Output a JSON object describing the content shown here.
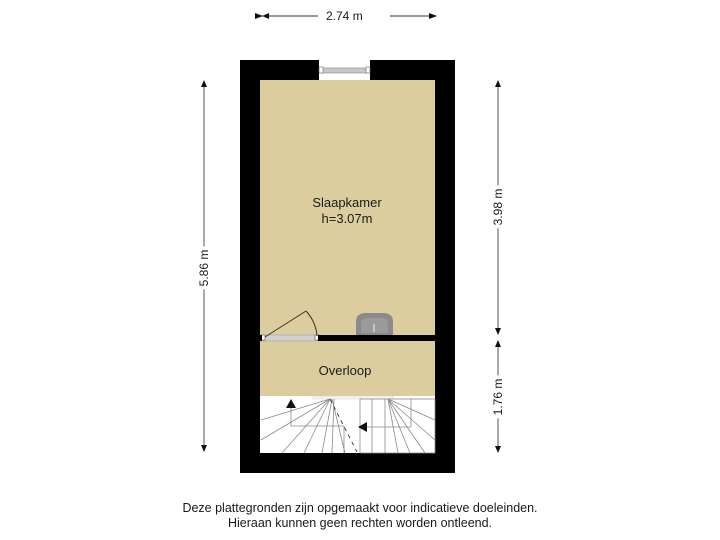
{
  "floorplan": {
    "colors": {
      "wall": "#000000",
      "floor": "#dccd9e",
      "stairs": "#ffffff",
      "dimension_line": "#555555",
      "sink": "#8a8a8a",
      "window": "#c8c8c8"
    },
    "dimensions": {
      "top_width": "2.74 m",
      "left_total_height": "5.86 m",
      "right_upper_height": "3.98 m",
      "right_lower_height": "1.76 m"
    },
    "rooms": [
      {
        "name": "Slaapkamer",
        "height": "h=3.07m"
      },
      {
        "name": "Overloop"
      }
    ],
    "fixtures": {
      "sink": "sink-icon",
      "door": "door-swing-icon",
      "window": "window-icon",
      "stairs": "staircase-icon"
    }
  },
  "disclaimer": {
    "line1": "Deze plattegronden zijn opgemaakt voor indicatieve doeleinden.",
    "line2": "Hieraan kunnen geen rechten worden ontleend."
  }
}
